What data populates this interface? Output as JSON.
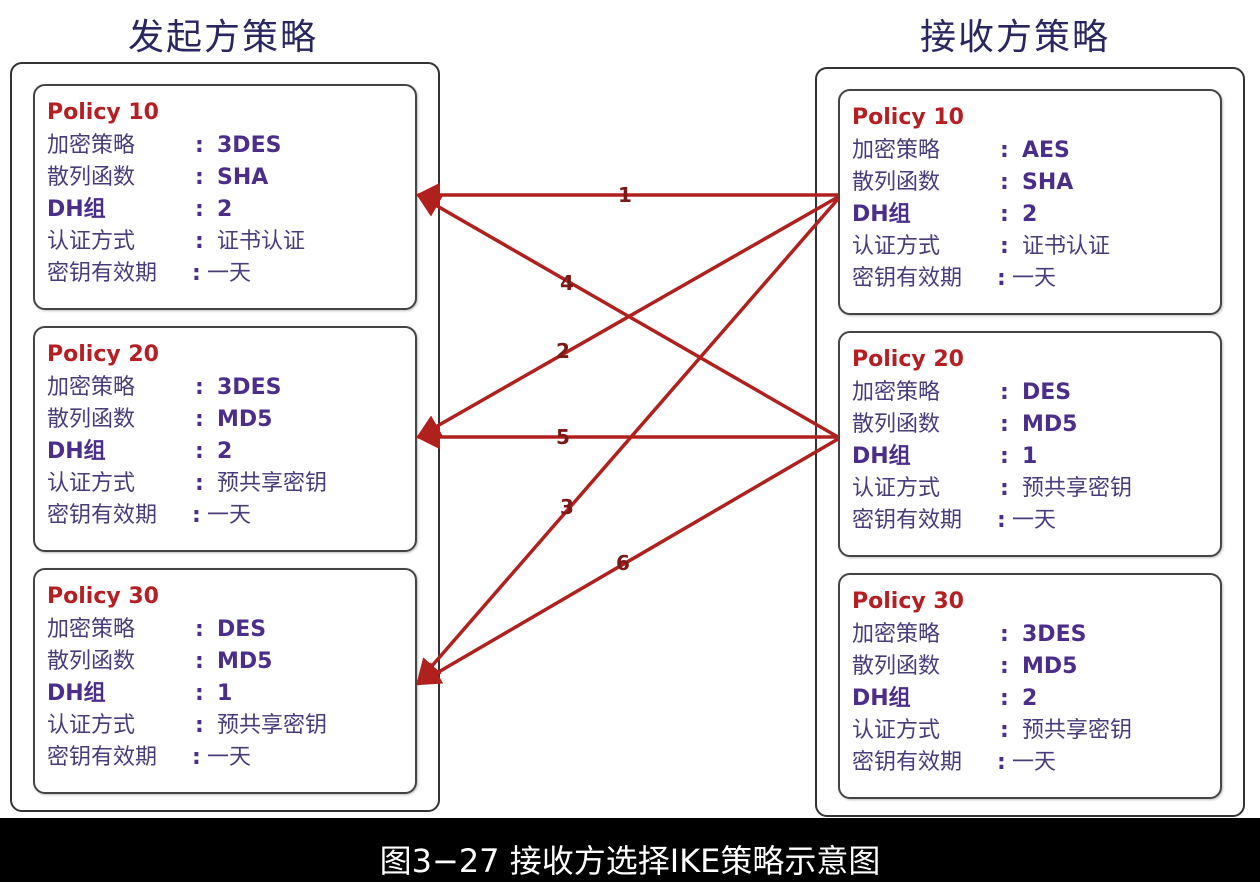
{
  "initiator": {
    "title": "发起方策略",
    "policies": [
      {
        "name": "Policy 10",
        "rows": [
          {
            "key": "加密策略",
            "colon": ":",
            "value": "3DES"
          },
          {
            "key": "散列函数",
            "colon": ":",
            "value": "SHA"
          },
          {
            "key": "DH组",
            "colon": ":",
            "value": "2"
          },
          {
            "key": "认证方式",
            "colon": ":",
            "value": "证书认证"
          },
          {
            "key": "密钥有效期",
            "colon": ":",
            "value": "一天"
          }
        ]
      },
      {
        "name": "Policy 20",
        "rows": [
          {
            "key": "加密策略",
            "colon": ":",
            "value": "3DES"
          },
          {
            "key": "散列函数",
            "colon": ":",
            "value": "MD5"
          },
          {
            "key": "DH组",
            "colon": ":",
            "value": "2"
          },
          {
            "key": "认证方式",
            "colon": ":",
            "value": "预共享密钥"
          },
          {
            "key": "密钥有效期",
            "colon": ":",
            "value": "一天"
          }
        ]
      },
      {
        "name": "Policy 30",
        "rows": [
          {
            "key": "加密策略",
            "colon": ":",
            "value": "DES"
          },
          {
            "key": "散列函数",
            "colon": ":",
            "value": "MD5"
          },
          {
            "key": "DH组",
            "colon": ":",
            "value": "1"
          },
          {
            "key": "认证方式",
            "colon": ":",
            "value": "预共享密钥"
          },
          {
            "key": "密钥有效期",
            "colon": ":",
            "value": "一天"
          }
        ]
      }
    ]
  },
  "responder": {
    "title": "接收方策略",
    "policies": [
      {
        "name": "Policy 10",
        "rows": [
          {
            "key": "加密策略",
            "colon": ":",
            "value": "AES"
          },
          {
            "key": "散列函数",
            "colon": ":",
            "value": "SHA"
          },
          {
            "key": "DH组",
            "colon": ":",
            "value": "2"
          },
          {
            "key": "认证方式",
            "colon": ":",
            "value": "证书认证"
          },
          {
            "key": "密钥有效期",
            "colon": ":",
            "value": "一天"
          }
        ]
      },
      {
        "name": "Policy 20",
        "rows": [
          {
            "key": "加密策略",
            "colon": ":",
            "value": "DES"
          },
          {
            "key": "散列函数",
            "colon": ":",
            "value": "MD5"
          },
          {
            "key": "DH组",
            "colon": ":",
            "value": "1"
          },
          {
            "key": "认证方式",
            "colon": ":",
            "value": "预共享密钥"
          },
          {
            "key": "密钥有效期",
            "colon": ":",
            "value": "一天"
          }
        ]
      },
      {
        "name": "Policy 30",
        "rows": [
          {
            "key": "加密策略",
            "colon": ":",
            "value": "3DES"
          },
          {
            "key": "散列函数",
            "colon": ":",
            "value": "MD5"
          },
          {
            "key": "DH组",
            "colon": ":",
            "value": "2"
          },
          {
            "key": "认证方式",
            "colon": ":",
            "value": "预共享密钥"
          },
          {
            "key": "密钥有效期",
            "colon": ":",
            "value": "一天"
          }
        ]
      }
    ]
  },
  "arrows": [
    {
      "label": "1",
      "from": "responder.policy-10",
      "to": "initiator.policy-10"
    },
    {
      "label": "2",
      "from": "responder.policy-10",
      "to": "initiator.policy-20"
    },
    {
      "label": "3",
      "from": "responder.policy-10",
      "to": "initiator.policy-30"
    },
    {
      "label": "4",
      "from": "responder.policy-20",
      "to": "initiator.policy-10"
    },
    {
      "label": "5",
      "from": "responder.policy-20",
      "to": "initiator.policy-20"
    },
    {
      "label": "6",
      "from": "responder.policy-20",
      "to": "initiator.policy-30"
    }
  ],
  "arrow_color": "#b0211e",
  "caption": "图3−27 接收方选择IKE策略示意图"
}
